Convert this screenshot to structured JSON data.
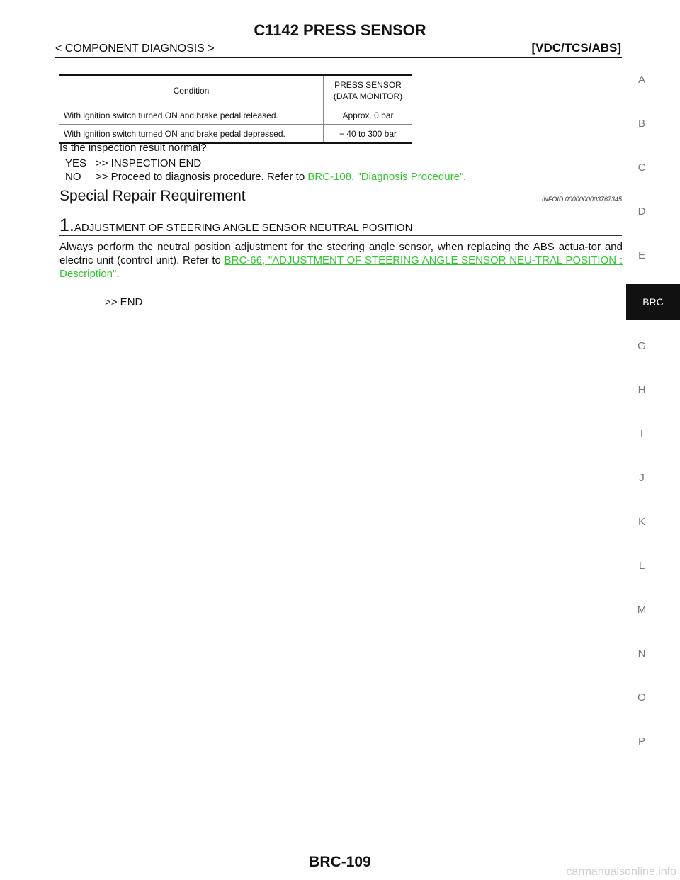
{
  "header": {
    "title": "C1142 PRESS SENSOR",
    "section": "< COMPONENT DIAGNOSIS >",
    "system": "[VDC/TCS/ABS]"
  },
  "side_index": {
    "letters": [
      "A",
      "B",
      "C",
      "D",
      "E",
      "G",
      "H",
      "I",
      "J",
      "K",
      "L",
      "M",
      "N",
      "O",
      "P"
    ],
    "active_tab": "BRC"
  },
  "table": {
    "col_condition": "Condition",
    "col_monitor_line1": "PRESS SENSOR",
    "col_monitor_line2": "(DATA MONITOR)",
    "rows": [
      {
        "condition": "With ignition switch turned ON and brake pedal released.",
        "value": "Approx. 0 bar"
      },
      {
        "condition": "With ignition switch turned ON and brake pedal depressed.",
        "value": "− 40 to 300 bar"
      }
    ]
  },
  "inspection": {
    "question": "Is the inspection result normal?",
    "yes_key": "YES",
    "yes_text": ">> INSPECTION END",
    "no_key": "NO",
    "no_text": ">> Proceed to diagnosis procedure. Refer to ",
    "no_link": "BRC-108, \"Diagnosis Procedure\"",
    "no_end": "."
  },
  "special": {
    "title": "Special Repair Requirement",
    "infoid": "INFOID:0000000003767345",
    "step_number": "1.",
    "step_title": "ADJUSTMENT OF STEERING ANGLE SENSOR NEUTRAL POSITION",
    "body_text": "Always perform the neutral position adjustment for the steering angle sensor, when replacing the ABS actua-tor and electric unit (control unit). Refer to ",
    "body_link": "BRC-66, \"ADJUSTMENT OF STEERING ANGLE SENSOR NEU-TRAL POSITION : Description\"",
    "body_end": ".",
    "end_text": ">> END"
  },
  "footer": {
    "page": "BRC-109",
    "watermark": "carmanualsonline.info"
  }
}
